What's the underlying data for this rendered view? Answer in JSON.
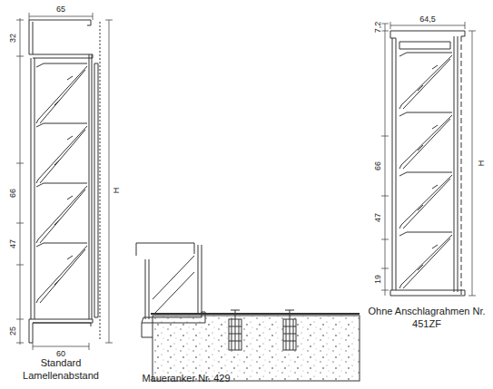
{
  "diagram": {
    "labels": [
      "65",
      "32",
      "H",
      "66",
      "47",
      "25",
      "60",
      "Standard Lamellenabstand",
      "Maueranker Nr. 429",
      "7,2",
      "64,5",
      "66",
      "H",
      "47",
      "19",
      "Ohne Anschlagrahmen Nr. 451ZF"
    ]
  }
}
